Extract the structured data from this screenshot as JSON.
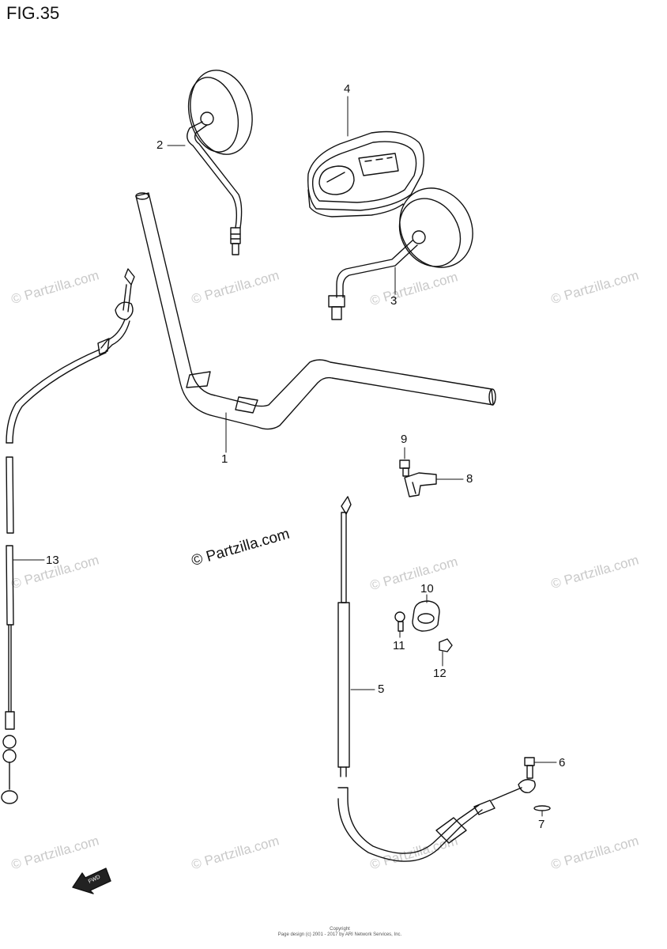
{
  "figure": {
    "title": "FIG.35"
  },
  "callouts": [
    {
      "id": "1",
      "label": "1"
    },
    {
      "id": "2",
      "label": "2"
    },
    {
      "id": "3",
      "label": "3"
    },
    {
      "id": "4",
      "label": "4"
    },
    {
      "id": "5",
      "label": "5"
    },
    {
      "id": "6",
      "label": "6"
    },
    {
      "id": "7",
      "label": "7"
    },
    {
      "id": "8",
      "label": "8"
    },
    {
      "id": "9",
      "label": "9"
    },
    {
      "id": "10",
      "label": "10"
    },
    {
      "id": "11",
      "label": "11"
    },
    {
      "id": "12",
      "label": "12"
    },
    {
      "id": "13",
      "label": "13"
    }
  ],
  "watermark": {
    "text": "© Partzilla.com",
    "main_text": "© Partzilla.com"
  },
  "fwd_label": "FWD",
  "footer": {
    "line1": "Copyright",
    "line2": "Page design (c) 2001 - 2017 by ARI Network Services, Inc."
  },
  "colors": {
    "ink": "#111111",
    "watermark": "#c9c9c9",
    "background": "#ffffff"
  }
}
